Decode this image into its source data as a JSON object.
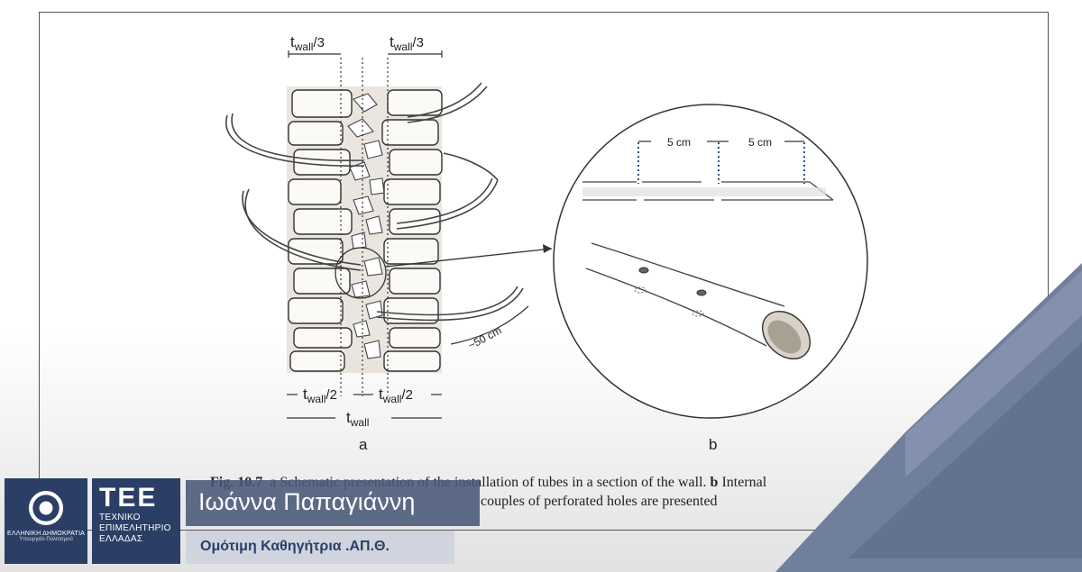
{
  "figure": {
    "label_twall_third_left": "t",
    "label_twall_third_right": "t",
    "twall_sub": "wall",
    "third": "/3",
    "half": "/2",
    "spacing_label": "~50 cm",
    "panel_a": "a",
    "panel_b": "b",
    "spacing_5cm_1": "5 cm",
    "spacing_5cm_2": "5 cm"
  },
  "caption": {
    "lead": "Fig. 10.7",
    "part_a": "a Schematic presentation of the installation of tubes in a section of the wall.",
    "bold_b": "b",
    "part_b": "Internal",
    "line2": "couples of perforated holes are presented"
  },
  "overlay": {
    "state_logo_line1": "ΕΛΛΗΝΙΚΗ ΔΗΜΟΚΡΑΤΙΑ",
    "state_logo_line2": "Υπουργείο Πολιτισμού",
    "tee_big": "ΤΕΕ",
    "tee_line1": "ΤΕΧΝΙΚΟ",
    "tee_line2": "ΕΠΙΜΕΛΗΤΗΡΙΟ",
    "tee_line3": "ΕΛΛΑΔΑΣ",
    "speaker_name": "Ιωάννα Παπαγιάννη",
    "speaker_title": "Ομότιμη Καθηγήτρια .ΑΠ.Θ."
  },
  "colors": {
    "brand_navy": "#2b3f66",
    "name_box": "#485878",
    "title_box": "#cdd3de",
    "corner_slate": "#6f7f9c"
  }
}
